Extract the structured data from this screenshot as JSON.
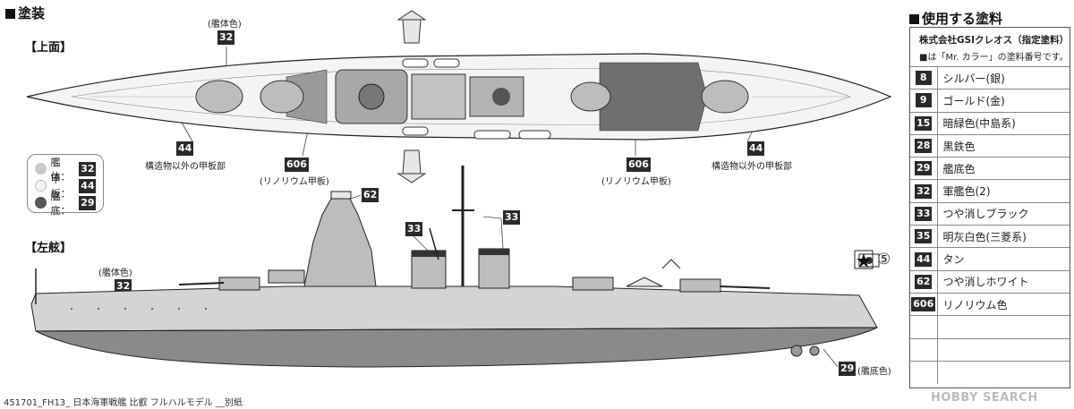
{
  "left": {
    "title": "塗装",
    "top_view_label": "【上面】",
    "side_view_label": "【左舷】",
    "top_view": {
      "hull_callout": {
        "text": "(艦体色)",
        "code": "32"
      },
      "left_deck": {
        "code": "44",
        "text": "構造物以外の甲板部"
      },
      "right_deck": {
        "code": "44",
        "text": "構造物以外の甲板部"
      },
      "linoleum_left": {
        "code": "606",
        "text": "(リノリウム甲板)"
      },
      "linoleum_right": {
        "code": "606",
        "text": "(リノリウム甲板)"
      }
    },
    "side_view": {
      "hull_callout": {
        "text": "(艦体色)",
        "code": "32"
      },
      "bridge_code": "62",
      "funnel_code_left": "33",
      "funnel_code_right": "33",
      "bottom": {
        "code": "29",
        "text": "(艦底色)"
      },
      "mark_number": "⑤"
    },
    "legend": [
      {
        "label": "艦体：",
        "code": "32",
        "color": "#c9c9c9"
      },
      {
        "label": "甲板：",
        "code": "44",
        "color": "#f4f4f4"
      },
      {
        "label": "艦底：",
        "code": "29",
        "color": "#555555"
      }
    ]
  },
  "right": {
    "title": "使用する塗料",
    "maker": "株式会社GSIクレオス（指定塗料）",
    "note": "■は「Mr. カラー」の塗料番号です。",
    "paints": [
      {
        "code": "8",
        "name": "シルバー(銀)"
      },
      {
        "code": "9",
        "name": "ゴールド(金)"
      },
      {
        "code": "15",
        "name": "暗緑色(中島系)"
      },
      {
        "code": "28",
        "name": "黒鉄色"
      },
      {
        "code": "29",
        "name": "艦底色"
      },
      {
        "code": "32",
        "name": "軍艦色(2)"
      },
      {
        "code": "33",
        "name": "つや消しブラック"
      },
      {
        "code": "35",
        "name": "明灰白色(三菱系)"
      },
      {
        "code": "44",
        "name": "タン"
      },
      {
        "code": "62",
        "name": "つや消しホワイト"
      },
      {
        "code": "606",
        "name": "リノリウム色"
      },
      {
        "code": "",
        "name": ""
      },
      {
        "code": "",
        "name": ""
      },
      {
        "code": "",
        "name": ""
      }
    ]
  },
  "footer": {
    "caption": "451701_FH13_ 日本海軍戦艦 比叡 フルハルモデル __別紙",
    "watermark": "HOBBY SEARCH"
  },
  "colors": {
    "hull": "#d4d4d4",
    "deck": "#f5f5f5",
    "linoleum": "#6f6f6f",
    "bottom": "#8a8a8a",
    "ink": "#222222"
  }
}
